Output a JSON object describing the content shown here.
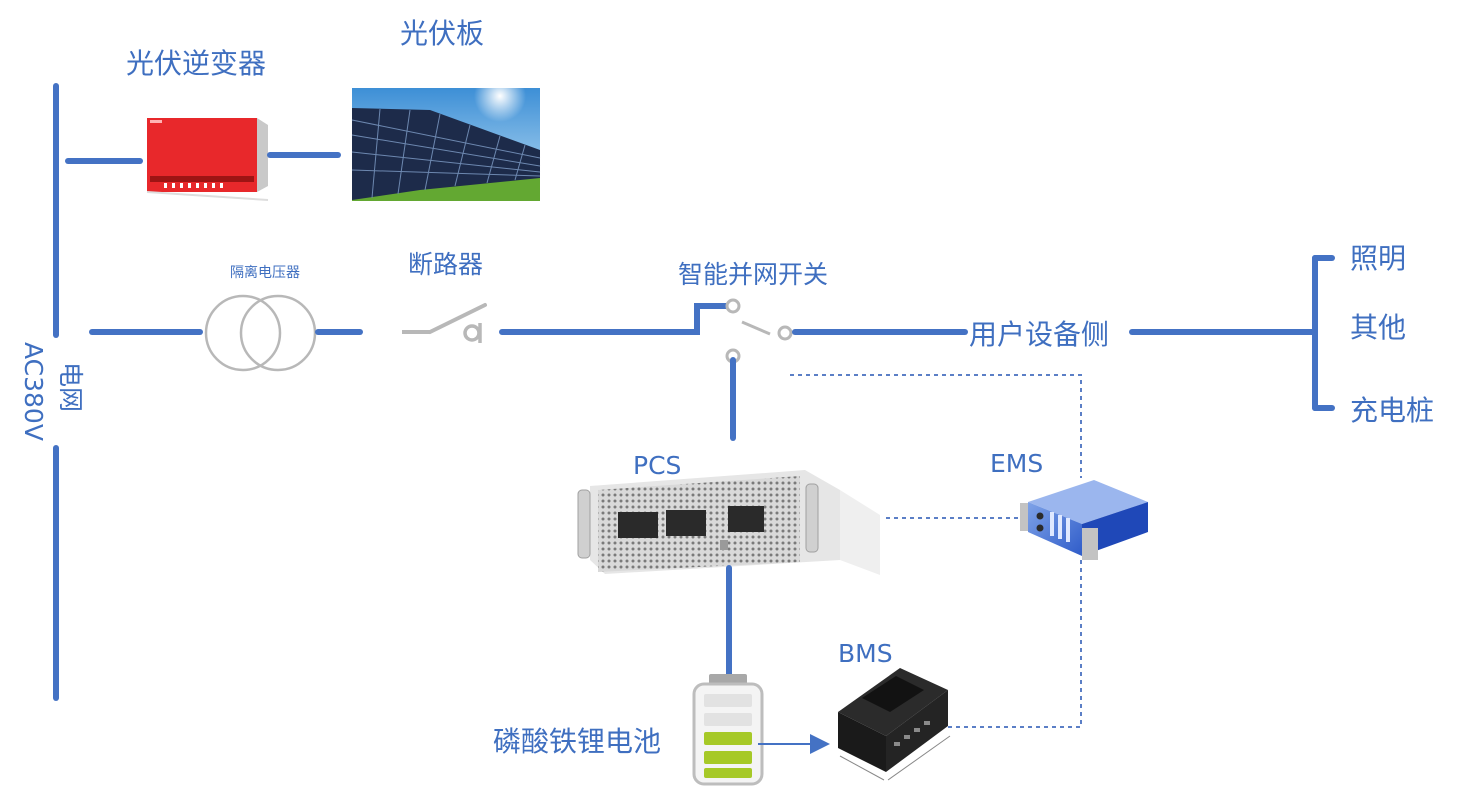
{
  "labels": {
    "pv_inverter": "光伏逆变器",
    "pv_panel": "光伏板",
    "isolation_transformer": "隔离电压器",
    "breaker": "断路器",
    "smart_grid_switch": "智能并网开关",
    "user_side": "用户设备侧",
    "lighting": "照明",
    "other": "其他",
    "charging_pile": "充电桩",
    "grid": "电网",
    "grid_voltage": "AC380V",
    "pcs": "PCS",
    "ems": "EMS",
    "bms": "BMS",
    "battery": "磷酸铁锂电池"
  },
  "colors": {
    "wire": "#4472c4",
    "label": "#3f6fc0",
    "inverter": "#e8282b",
    "panel": "#1d2b4a",
    "battery_fill": "#a6c927"
  }
}
